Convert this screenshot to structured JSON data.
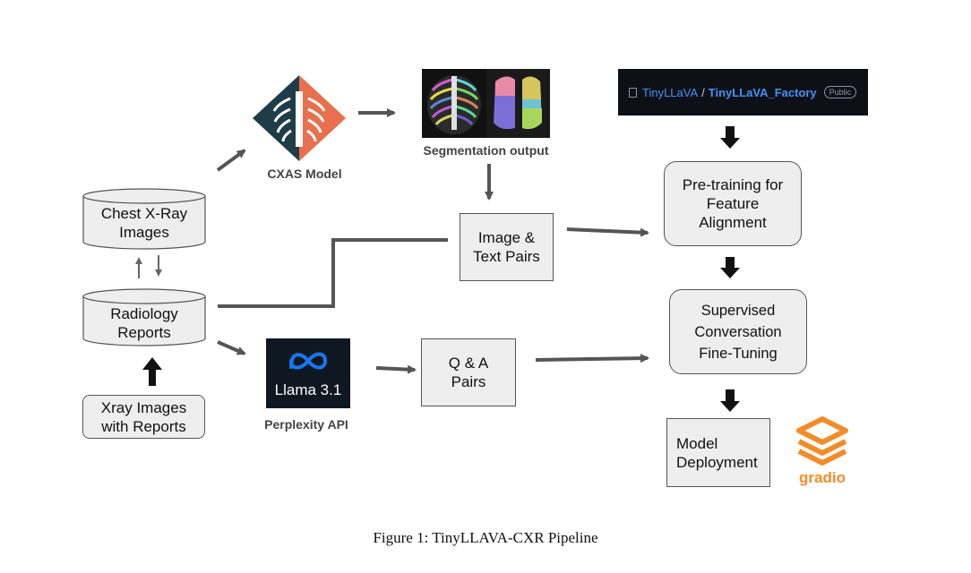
{
  "nodes": {
    "chest_xray": "Chest X-Ray\nImages",
    "radiology": "Radiology\nReports",
    "xray_reports": "Xray Images\nwith Reports",
    "image_text": "Image &\nText Pairs",
    "qa": "Q & A\nPairs",
    "pretraining": "Pre-training for\nFeature\nAlignment",
    "sft": "Supervised\nConversation\nFine-Tuning",
    "deployment": "Model\nDeployment"
  },
  "labels": {
    "cxas": "CXAS Model",
    "segmentation": "Segmentation output",
    "perplexity": "Perplexity API",
    "llama": "Llama 3.1",
    "gradio": "gradio"
  },
  "github": {
    "owner": "TinyLLaVA",
    "separator": "/",
    "repo": "TinyLLaVA_Factory",
    "badge": "Public"
  },
  "caption": "Figure 1: TinyLLAVA-CXR Pipeline",
  "colors": {
    "arrow": "#555555",
    "box_fill": "#eeeeee",
    "cxas_dark": "#1f3d48",
    "cxas_orange": "#e8704e",
    "meta_blue": "#1877f2",
    "gradio_orange": "#f28c28",
    "github_bg": "#0d1117",
    "github_link": "#4493f8"
  }
}
